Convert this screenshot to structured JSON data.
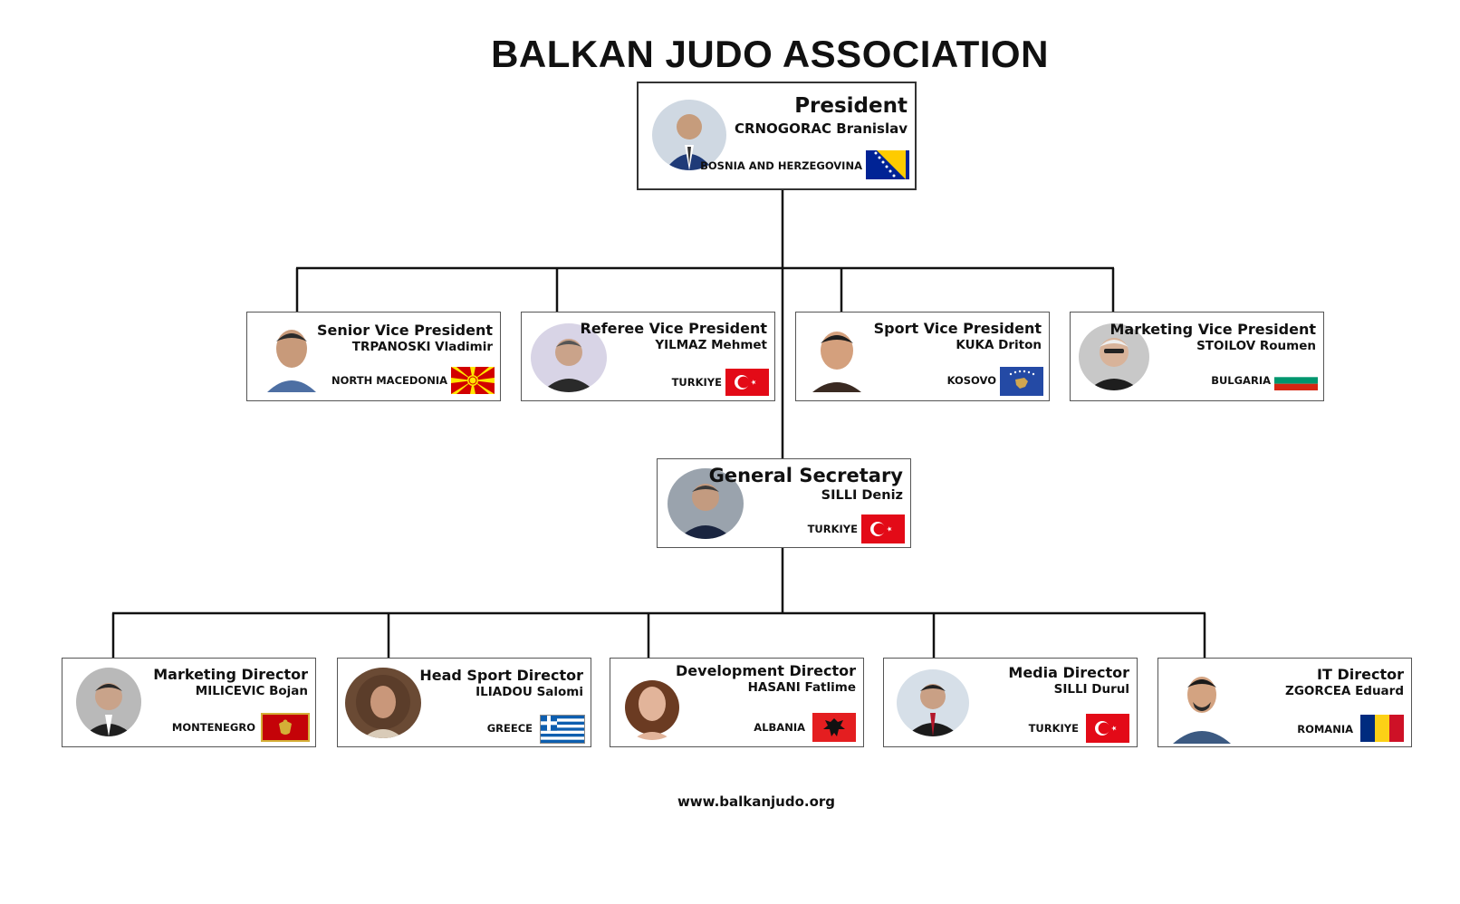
{
  "title": "BALKAN JUDO ASSOCIATION",
  "footer": "www.balkanjudo.org",
  "president": {
    "role": "President",
    "name": "CRNOGORAC Branislav",
    "country": "BOSNIA AND HERZEGOVINA",
    "flag": "bosnia-flag"
  },
  "vice_presidents": [
    {
      "role": "Senior Vice President",
      "name": "TRPANOSKI Vladimir",
      "country": "NORTH MACEDONIA",
      "flag": "macedonia-flag"
    },
    {
      "role": "Referee Vice President",
      "name": "YILMAZ Mehmet",
      "country": "TURKIYE",
      "flag": "turkey-flag"
    },
    {
      "role": "Sport Vice President",
      "name": "KUKA Driton",
      "country": "KOSOVO",
      "flag": "kosovo-flag"
    },
    {
      "role": "Marketing Vice President",
      "name": "STOILOV Roumen",
      "country": "BULGARIA",
      "flag": "bulgaria-flag"
    }
  ],
  "general_secretary": {
    "role": "General Secretary",
    "name": "SILLI Deniz",
    "country": "TURKIYE",
    "flag": "turkey-flag"
  },
  "directors": [
    {
      "role": "Marketing Director",
      "name": "MILICEVIC Bojan",
      "country": "MONTENEGRO",
      "flag": "montenegro-flag"
    },
    {
      "role": "Head Sport Director",
      "name": "ILIADOU Salomi",
      "country": "GREECE",
      "flag": "greece-flag"
    },
    {
      "role": "Development Director",
      "name": "HASANI Fatlime",
      "country": "ALBANIA",
      "flag": "albania-flag"
    },
    {
      "role": "Media Director",
      "name": "SILLI Durul",
      "country": "TURKIYE",
      "flag": "turkey-flag"
    },
    {
      "role": "IT Director",
      "name": "ZGORCEA Eduard",
      "country": "ROMANIA",
      "flag": "romania-flag"
    }
  ],
  "colors": {
    "line": "#111111",
    "border": "#555555",
    "turkey_red": "#e30a17",
    "bosnia_blue": "#002395",
    "bosnia_yellow": "#fecb00"
  }
}
